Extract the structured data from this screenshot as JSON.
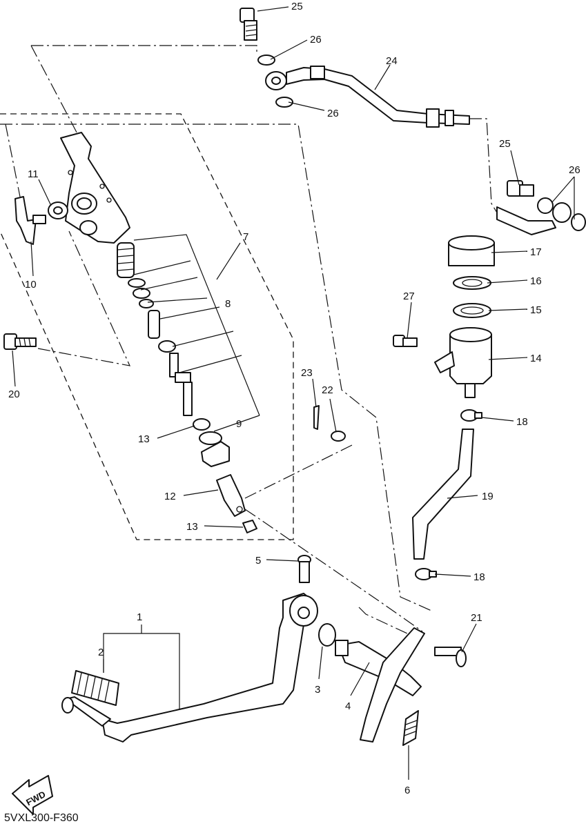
{
  "diagram": {
    "drawing_code": "5VXL300-F360",
    "fwd_badge": "FWD",
    "callouts": {
      "c1": "1",
      "c2": "2",
      "c3": "3",
      "c4": "4",
      "c5": "5",
      "c6": "6",
      "c7": "7",
      "c8": "8",
      "c9": "9",
      "c10": "10",
      "c11": "11",
      "c12": "12",
      "c13a": "13",
      "c13b": "13",
      "c14": "14",
      "c15": "15",
      "c16": "16",
      "c17": "17",
      "c18a": "18",
      "c18b": "18",
      "c19": "19",
      "c20": "20",
      "c21": "21",
      "c22": "22",
      "c23": "23",
      "c24": "24",
      "c25a": "25",
      "c25b": "25",
      "c26a": "26",
      "c26b": "26",
      "c26c": "26",
      "c27": "27"
    }
  }
}
